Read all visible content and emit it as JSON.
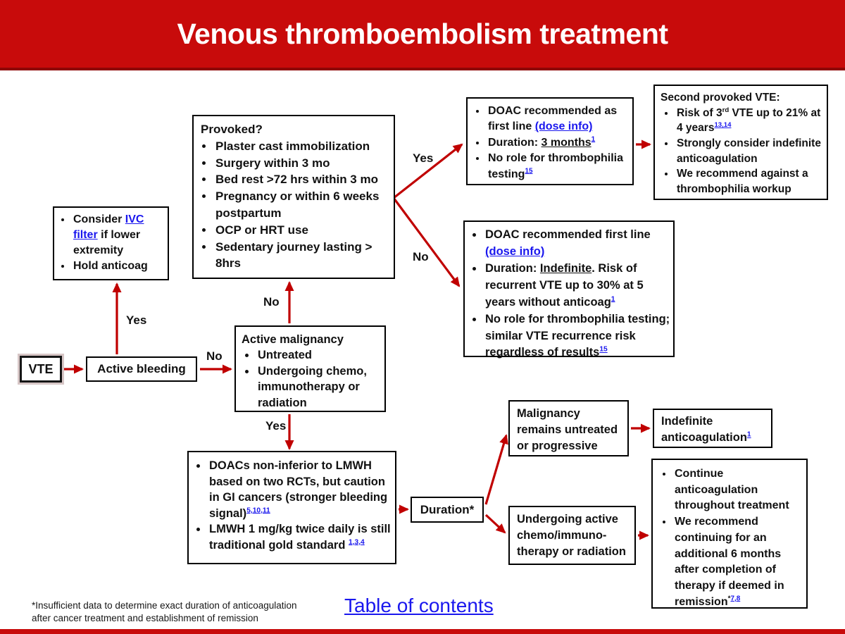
{
  "header": {
    "title": "Venous thromboembolism treatment"
  },
  "colors": {
    "banner_red": "#C80B0B",
    "arrow_red": "#C00000",
    "link_blue": "#1A17EE"
  },
  "boxes": {
    "vte": {
      "label": "VTE"
    },
    "active_bleeding": {
      "label": "Active bleeding"
    },
    "ivc": {
      "items": [
        [
          {
            "t": "Consider "
          },
          {
            "t": "IVC filter",
            "k": "l"
          },
          {
            "t": " if lower extremity"
          }
        ],
        [
          {
            "t": "Hold anticoag"
          }
        ]
      ]
    },
    "provoked": {
      "title": "Provoked?",
      "items": [
        [
          {
            "t": "Plaster cast immobilization"
          }
        ],
        [
          {
            "t": "Surgery within 3 mo"
          }
        ],
        [
          {
            "t": "Bed rest >72 hrs within 3 mo"
          }
        ],
        [
          {
            "t": "Pregnancy or within 6 weeks postpartum"
          }
        ],
        [
          {
            "t": "OCP or HRT use"
          }
        ],
        [
          {
            "t": "Sedentary journey lasting > 8hrs"
          }
        ]
      ]
    },
    "active_malignancy": {
      "title": "Active malignancy",
      "items": [
        [
          {
            "t": "Untreated"
          }
        ],
        [
          {
            "t": "Undergoing chemo, immunotherapy or radiation"
          }
        ]
      ]
    },
    "doac_provoked": {
      "items": [
        [
          {
            "t": "DOAC recommended as first line "
          },
          {
            "t": "(dose info)",
            "k": "l"
          }
        ],
        [
          {
            "t": "Duration: "
          },
          {
            "t": "3 months",
            "k": "u"
          },
          {
            "t": "1",
            "k": "s"
          }
        ],
        [
          {
            "t": "No role for thrombophilia testing"
          },
          {
            "t": "15",
            "k": "s"
          }
        ]
      ]
    },
    "second_vte": {
      "title": "Second provoked VTE:",
      "items": [
        [
          {
            "t": "Risk of 3"
          },
          {
            "t": "rd",
            "k": "sp"
          },
          {
            "t": " VTE up to 21% at 4 years"
          },
          {
            "t": "13,14",
            "k": "s"
          }
        ],
        [
          {
            "t": "Strongly consider indefinite anticoagulation"
          }
        ],
        [
          {
            "t": "We recommend against a thrombophilia workup"
          }
        ]
      ]
    },
    "doac_unprovoked": {
      "items": [
        [
          {
            "t": "DOAC recommended first line "
          },
          {
            "t": "(dose info)",
            "k": "l"
          }
        ],
        [
          {
            "t": "Duration: "
          },
          {
            "t": "Indefinite",
            "k": "u"
          },
          {
            "t": ". Risk of recurrent VTE up to 30% at 5 years without anticoag"
          },
          {
            "t": "1",
            "k": "s"
          }
        ],
        [
          {
            "t": "No role for thrombophilia testing; similar VTE recurrence risk regardless of results"
          },
          {
            "t": "15",
            "k": "s"
          }
        ]
      ]
    },
    "doacs_lmwh": {
      "items": [
        [
          {
            "t": "DOACs non-inferior to LMWH based on two RCTs, but caution in GI cancers (stronger bleeding signal)"
          },
          {
            "t": "5,10,11",
            "k": "s"
          }
        ],
        [
          {
            "t": "LMWH 1 mg/kg twice daily is still traditional gold standard "
          },
          {
            "t": "1,3,4",
            "k": "s"
          }
        ]
      ]
    },
    "duration": {
      "label": "Duration*"
    },
    "malignancy_progressive": {
      "text": "Malignancy remains untreated or progressive"
    },
    "indefinite": {
      "rich": [
        {
          "t": "Indefinite anticoagulation"
        },
        {
          "t": "1",
          "k": "s"
        }
      ]
    },
    "undergoing": {
      "text": "Undergoing active chemo/immuno-therapy or radiation"
    },
    "continue_anticoag": {
      "items": [
        [
          {
            "t": "Continue anticoagulation throughout treatment"
          }
        ],
        [
          {
            "t": "We recommend continuing for an additional 6 months after completion of therapy if deemed in remission"
          },
          {
            "t": "*",
            "k": "sp"
          },
          {
            "t": "7,8",
            "k": "s"
          }
        ]
      ]
    }
  },
  "edge_labels": {
    "bleeding_yes": "Yes",
    "bleeding_no": "No",
    "provoked_no": "No",
    "malignancy_yes": "Yes",
    "provoked_yes": "Yes",
    "unprovoked_no": "No"
  },
  "footer": {
    "note": "*Insufficient data to determine exact duration of anticoagulation after cancer treatment and establishment of remission",
    "toc": "Table of contents"
  }
}
